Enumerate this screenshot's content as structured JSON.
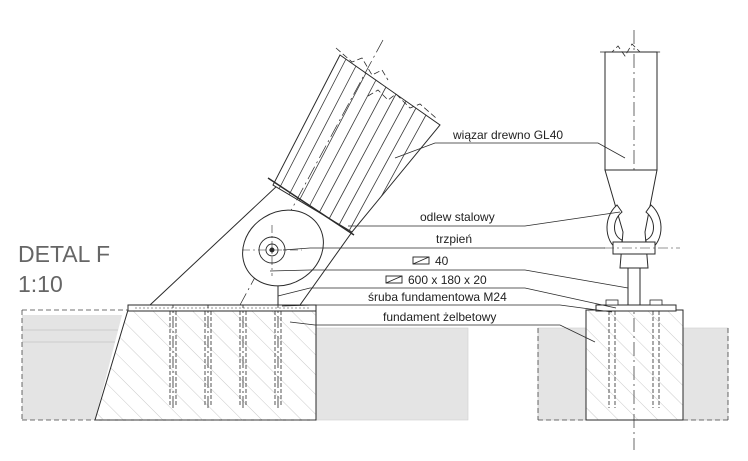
{
  "title": {
    "line1": "DETAL F",
    "line2": "1:10"
  },
  "labels": {
    "timber_truss": "wiązar drewno GL40",
    "steel_casting": "odlew stalowy",
    "pin": "trzpień",
    "flat_bar": "40",
    "base_plate": "600 x 180 x 20",
    "anchor_bolt": "śruba fundamentowa M24",
    "foundation": "fundament żelbetowy"
  },
  "colors": {
    "line": "#2a2a2a",
    "hatch": "#9a9a9a",
    "ground_fill": "#e6e6e6"
  }
}
